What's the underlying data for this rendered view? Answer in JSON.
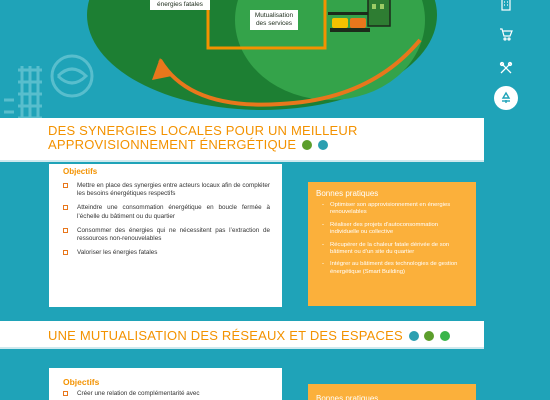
{
  "diagram": {
    "label_fatales": "énergies fatales",
    "label_mutualisation": "Mutualisation des services"
  },
  "sections": [
    {
      "title": "DES SYNERGIES LOCALES POUR UN MEILLEUR APPROVISIONNEMENT ÉNERGÉTIQUE",
      "objectifs_heading": "Objectifs",
      "objectifs": [
        "Mettre en place des synergies entre acteurs locaux afin de compléter les besoins énergétiques respectifs",
        "Atteindre une consommation énergétique en boucle fermée à l’échelle du bâtiment ou du quartier",
        "Consommer des énergies qui ne nécessitent pas l’extraction de ressources non-renouvelables",
        "Valoriser les énergies fatales"
      ],
      "bonnes_heading": "Bonnes pratiques",
      "bonnes": [
        "Optimiser son approvisionnement en énergies renouvelables",
        "Réaliser des projets d’autoconsommation individuelle ou collective",
        "Récupérer de la chaleur fatale dérivée de son bâtiment ou d’un site du quartier",
        "Intégrer au bâtiment des technologies de gestion énergétique (Smart Building)"
      ]
    },
    {
      "title": "UNE MUTUALISATION DES RÉSEAUX ET DES ESPACES",
      "objectifs_heading": "Objectifs",
      "objectifs": [
        "Créer une relation de complémentarité avec"
      ],
      "bonnes_heading": "Bonnes pratiques"
    }
  ],
  "colors": {
    "background": "#1fa3b8",
    "accent_orange": "#f39200",
    "card_orange": "#fbb03b",
    "diagram_green": "#2e8b3a"
  },
  "icons": [
    "building-icon",
    "shopping-cart-icon",
    "tools-icon",
    "recycle-icon"
  ]
}
